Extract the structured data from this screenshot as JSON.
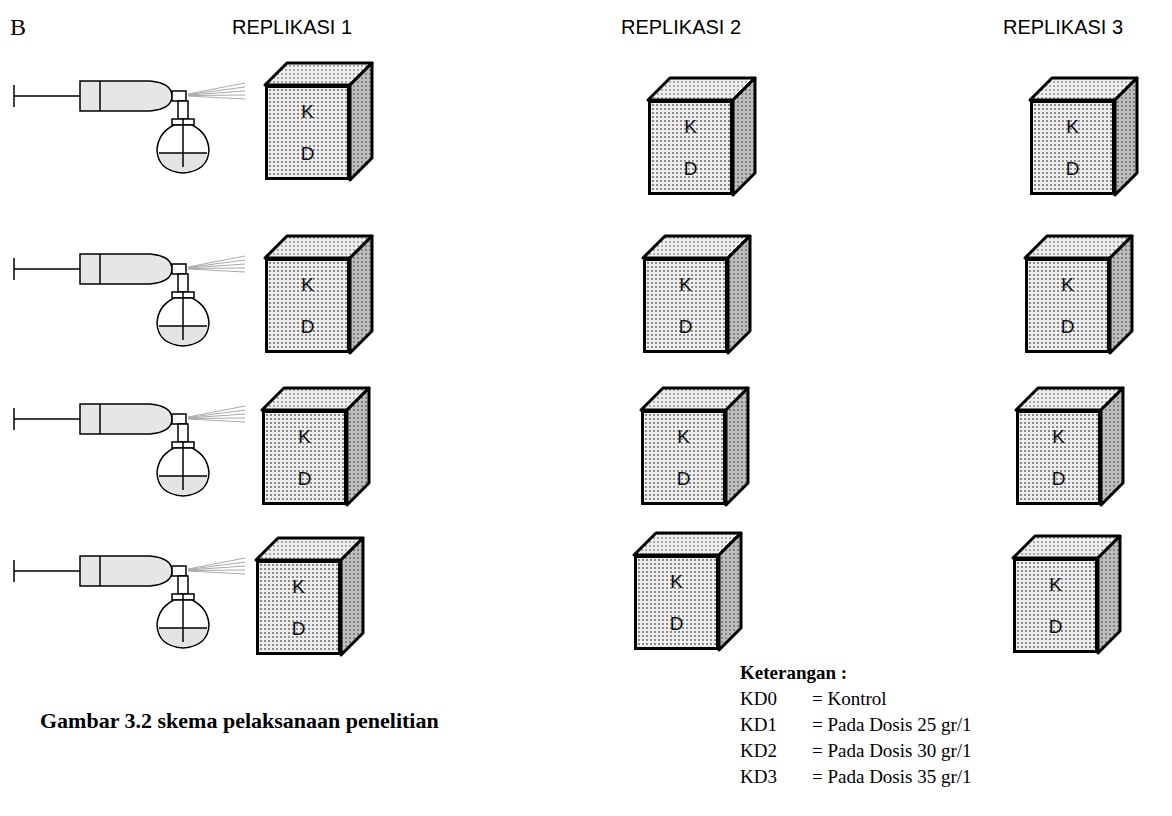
{
  "diagram": {
    "caption": "Gambar 3.2 skema pelaksanaan penelitian",
    "nodes": [
      {
        "text": [
          "K D"
        ]
      },
      {
        "text": [
          "K D"
        ]
      },
      {
        "text": [
          "K D"
        ]
      },
      {
        "text": [
          "K D"
        ]
      },
      {
        "text": [
          "K D"
        ]
      },
      {
        "text": [
          "K D"
        ]
      },
      {
        "text": [
          "K D"
        ]
      },
      {
        "text": [
          "K D"
        ]
      },
      {
        "text": [
          "K D"
        ]
      },
      {
        "text": [
          "K D"
        ]
      },
      {
        "text": [
          "K D"
        ]
      },
      {
        "text": [
          "K D"
        ]
      }
    ],
    "labels": [
      "B",
      "REPLIKASI 1",
      "REPLIKASI 2",
      "REPLIKASI 3",
      "Keterangan :",
      "KD0",
      "= Kontrol",
      "KD1",
      "= Pada Dosis 25 gr/1",
      "KD2",
      "= Pada Dosis 30 gr/1",
      "KD3",
      "= Pada Dosis 35 gr/1"
    ]
  }
}
